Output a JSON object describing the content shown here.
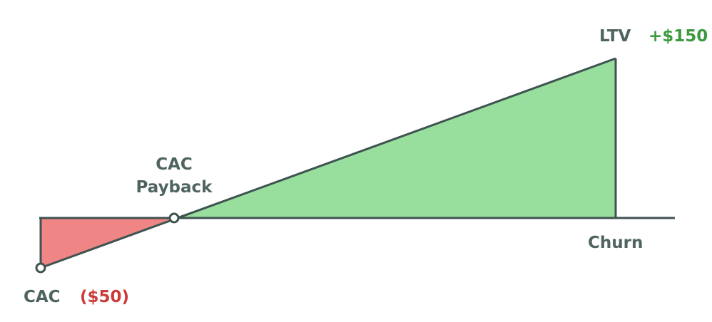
{
  "labels": {
    "ltv": "LTV",
    "ltv_value": "+$150",
    "cac_payback_line1": "CAC",
    "cac_payback_line2": "Payback",
    "churn": "Churn",
    "cac": "CAC",
    "cac_value": "($50)"
  },
  "colors": {
    "gain_fill": "#98df9d",
    "loss_fill": "#ef8585",
    "line": "#3f5350",
    "label_text": "#4f6460",
    "gain_text": "#3c9a3f",
    "loss_text": "#cc3b3b"
  }
}
